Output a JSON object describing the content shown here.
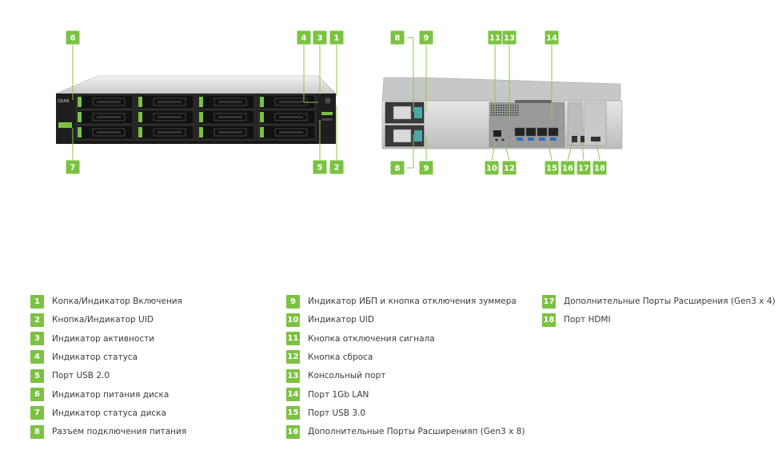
{
  "brand": "QSAN",
  "legend": [
    {
      "num": "1",
      "label": "Копка/Индикатор Включения"
    },
    {
      "num": "2",
      "label": "Кнопка/Индикатор UID"
    },
    {
      "num": "3",
      "label": "Индикатор активности"
    },
    {
      "num": "4",
      "label": "Индикатор статуса"
    },
    {
      "num": "5",
      "label": "Порт USB 2.0"
    },
    {
      "num": "6",
      "label": "Индикатор питания диска"
    },
    {
      "num": "7",
      "label": "Индикатор статуса диска"
    },
    {
      "num": "8",
      "label": "Разъем подключения питания"
    },
    {
      "num": "9",
      "label": "Индикатор ИБП и кнопка отключения зуммера"
    },
    {
      "num": "10",
      "label": "Индикатор UID"
    },
    {
      "num": "11",
      "label": "Кнопка отключения сигнала"
    },
    {
      "num": "12",
      "label": "Кнопка сброса"
    },
    {
      "num": "13",
      "label": "Консольный порт"
    },
    {
      "num": "14",
      "label": "Порт 1Gb LAN"
    },
    {
      "num": "15",
      "label": "Порт USB 3.0"
    },
    {
      "num": "16",
      "label": "Дополнительные Порты Расширенияп (Gen3 x 8)"
    },
    {
      "num": "17",
      "label": "Дополнительные Порты Расширения (Gen3 x 4)"
    },
    {
      "num": "18",
      "label": "Порт HDMI"
    }
  ],
  "colors": {
    "accent": "#7cc242",
    "chassis": "#2a2a2a",
    "rear": "#d8d8d8"
  }
}
